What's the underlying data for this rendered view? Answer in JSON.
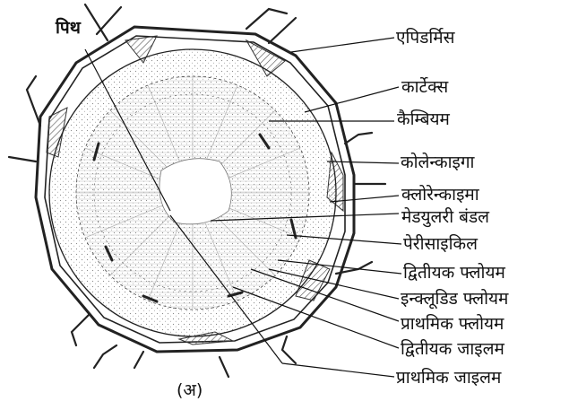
{
  "diagram": {
    "labels": {
      "pith": "पिथ",
      "epidermis": "एपिडर्मिस",
      "cortex": "कार्टेक्स",
      "cambium": "कैम्बियम",
      "collenchyma": "कोलेन्काइगा",
      "chlorenchyma": "क्लोरेन्काइमा",
      "medullary_bundle": "मेडयुलरी बंडल",
      "pericycle": "पेरीसाइकिल",
      "secondary_phloem": "द्वितीयक फ्लोयम",
      "included_phloem": "इन्क्लूडिड फ्लोयम",
      "primary_phloem": "प्राथमिक फ्लोयम",
      "secondary_xylem": "द्वितीयक जाइलम",
      "primary_xylem": "प्राथमिक जाइलम"
    },
    "caption": "(अ)"
  },
  "colors": {
    "ink": "#111111",
    "hatch": "#555555",
    "stipple": "#888888",
    "paper": "#ffffff"
  }
}
